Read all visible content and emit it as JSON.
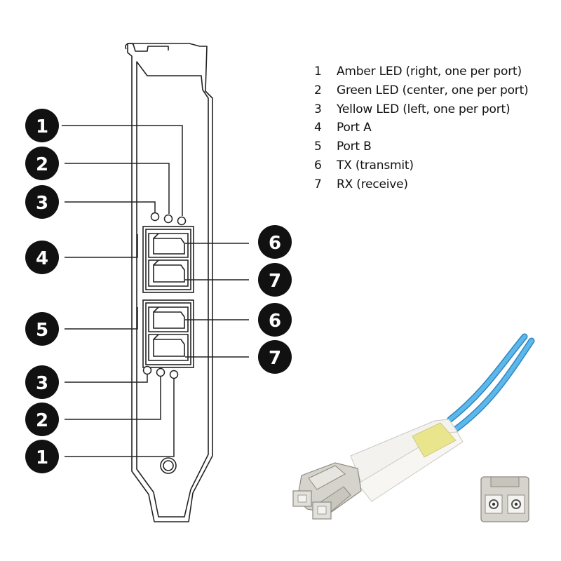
{
  "legend": [
    {
      "number": "1",
      "label": "Amber LED (right, one per port)"
    },
    {
      "number": "2",
      "label": "Green LED (center, one per port)"
    },
    {
      "number": "3",
      "label": "Yellow LED (left, one per port)"
    },
    {
      "number": "4",
      "label": "Port A"
    },
    {
      "number": "5",
      "label": "Port B"
    },
    {
      "number": "6",
      "label": "TX (transmit)"
    },
    {
      "number": "7",
      "label": "RX (receive)"
    }
  ],
  "callouts": {
    "amber_led_top": "1",
    "green_led_top": "2",
    "yellow_led_top": "3",
    "port_a": "4",
    "port_b": "5",
    "tx_port_a": "6",
    "rx_port_a": "7",
    "tx_port_b": "6",
    "rx_port_b": "7",
    "yellow_led_bottom": "3",
    "green_led_bottom": "2",
    "amber_led_bottom": "1"
  },
  "colors": {
    "callout_fill": "#111111",
    "bracket_stroke": "#222222",
    "fiber_blue": "#4aa6de",
    "boot_yellow": "#e9e58c",
    "connector_body": "#d6d3cc"
  }
}
